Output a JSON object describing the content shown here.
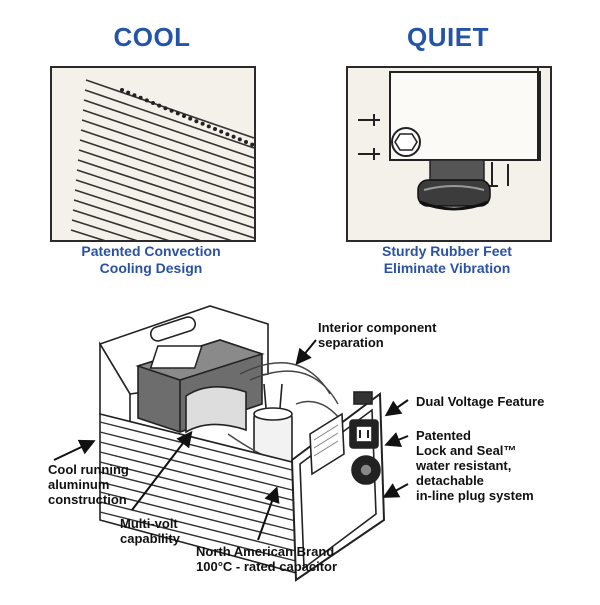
{
  "colors": {
    "heading": "#2454a8",
    "caption": "#2a52a4",
    "label": "#111111",
    "panel_bg": "#f4f1ea"
  },
  "cool": {
    "heading": "COOL",
    "caption_lines": [
      "Patented Convection",
      "Cooling Design"
    ]
  },
  "quiet": {
    "heading": "QUIET",
    "caption_lines": [
      "Sturdy Rubber Feet",
      "Eliminate Vibration"
    ]
  },
  "diagram": {
    "callouts": {
      "interior": [
        "Interior component",
        "separation"
      ],
      "dual_voltage": [
        "Dual Voltage Feature"
      ],
      "lock_seal": [
        "Patented",
        "Lock and Seal™",
        "water resistant,",
        "detachable",
        "in-line plug system"
      ],
      "aluminum": [
        "Cool running",
        "aluminum",
        "construction"
      ],
      "multivolt": [
        "Multi-volt",
        "capability"
      ],
      "capacitor": [
        "North American Brand",
        "100°C - rated capacitor"
      ]
    }
  }
}
